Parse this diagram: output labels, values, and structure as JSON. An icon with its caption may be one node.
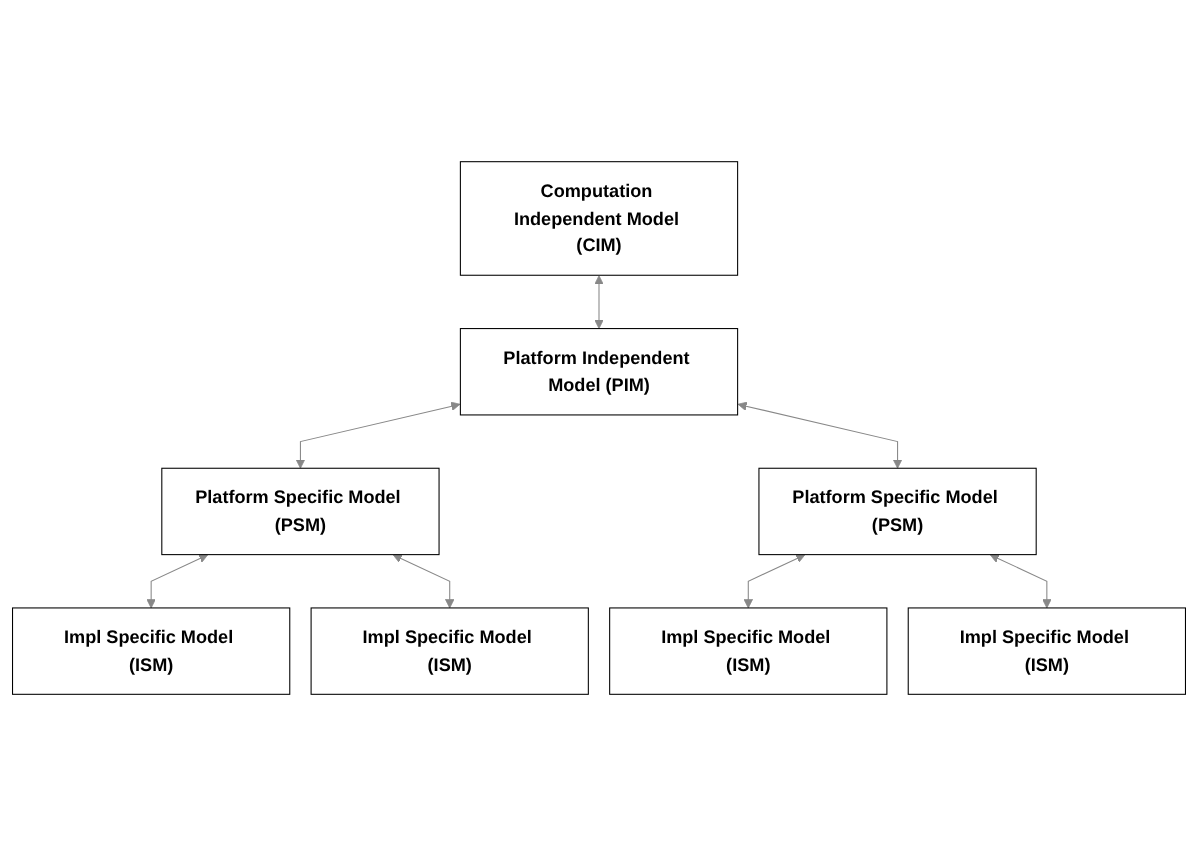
{
  "diagram": {
    "nodes": [
      {
        "text": [
          "Computation Independent Model (CIM)"
        ]
      },
      {
        "text": [
          "Platform Independent Model (PIM)"
        ]
      },
      {
        "text": [
          "Platform Specific Model (PSM)"
        ]
      },
      {
        "text": [
          "Platform Specific Model (PSM)"
        ]
      },
      {
        "text": [
          "Impl Specific Model (ISM)"
        ]
      },
      {
        "text": [
          "Impl Specific Model (ISM)"
        ]
      },
      {
        "text": [
          "Impl Specific Model (ISM)"
        ]
      },
      {
        "text": [
          "Impl Specific Model (ISM)"
        ]
      }
    ],
    "edges": [
      {
        "from": 0,
        "to": 1,
        "arrow": "both"
      },
      {
        "from": 1,
        "to": 2,
        "arrow": "both"
      },
      {
        "from": 1,
        "to": 3,
        "arrow": "both"
      },
      {
        "from": 2,
        "to": 4,
        "arrow": "both"
      },
      {
        "from": 2,
        "to": 5,
        "arrow": "both"
      },
      {
        "from": 3,
        "to": 6,
        "arrow": "both"
      },
      {
        "from": 3,
        "to": 7,
        "arrow": "both"
      }
    ]
  }
}
